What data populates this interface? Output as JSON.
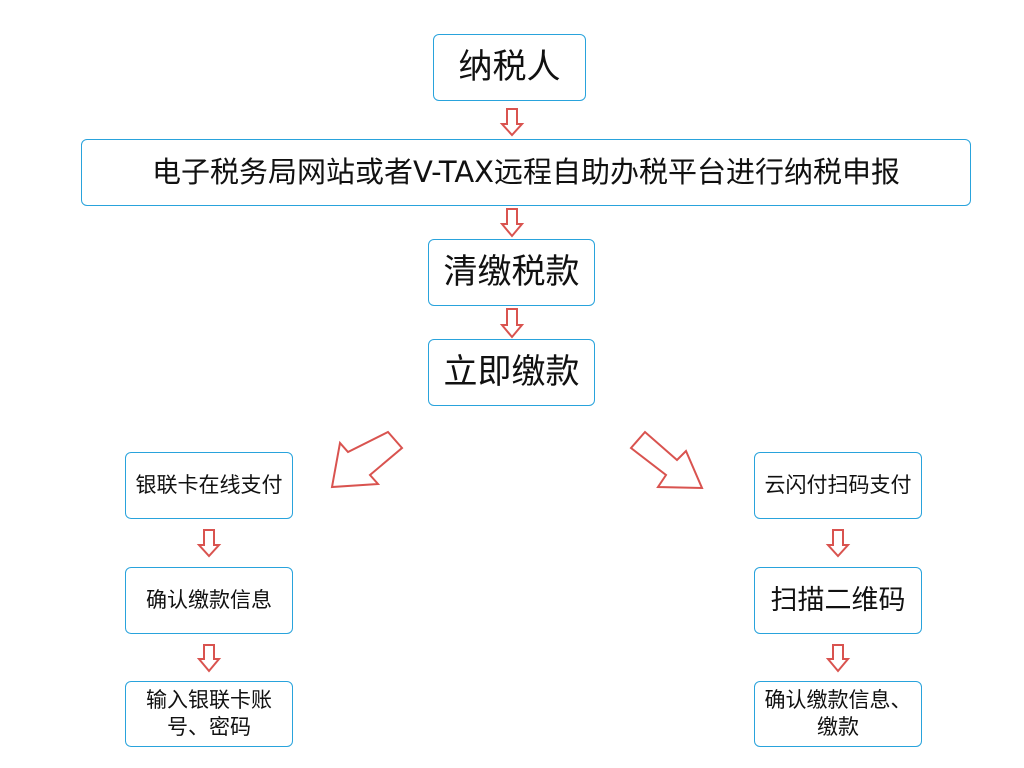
{
  "nodes": {
    "taxpayer": "纳税人",
    "declare": "电子税务局网站或者V-TAX远程自助办税平台进行纳税申报",
    "clear_tax": "清缴税款",
    "pay_now": "立即缴款",
    "left_1": "银联卡在线支付",
    "left_2": "确认缴款信息",
    "left_3": "输入银联卡账号、密码",
    "right_1": "云闪付扫码支付",
    "right_2": "扫描二维码",
    "right_3": "确认缴款信息、缴款"
  },
  "colors": {
    "box_border": "#29a3dc",
    "arrow_stroke": "#d9534f"
  }
}
